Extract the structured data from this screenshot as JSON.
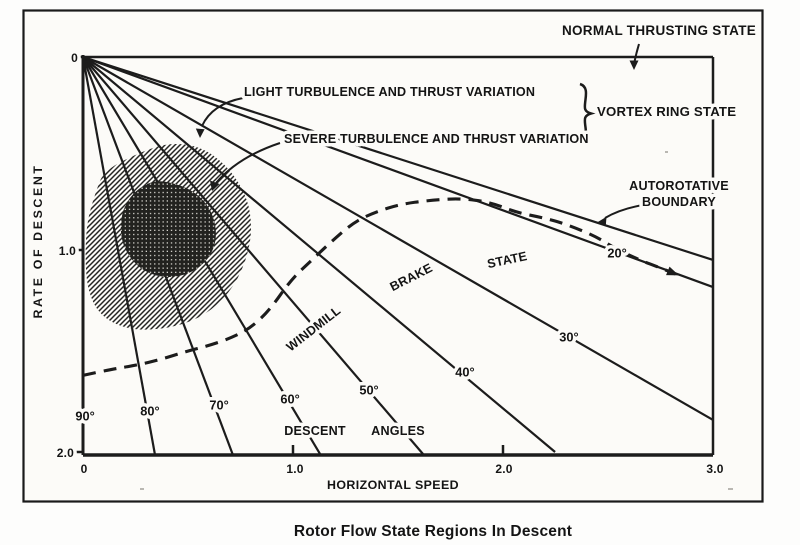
{
  "figure": {
    "caption": "Rotor Flow State Regions In Descent",
    "background": "#fcfbf8",
    "ink_color": "#1c1c1c"
  },
  "labels": {
    "normal_thrusting_state": "NORMAL THRUSTING STATE",
    "vortex_ring_state": "VORTEX RING STATE",
    "light_turbulence": "LIGHT TURBULENCE AND THRUST VARIATION",
    "severe_turbulence": "SEVERE TURBULENCE AND THRUST VARIATION",
    "autorotative_line1": "AUTOROTATIVE",
    "autorotative_line2": "BOUNDARY",
    "windmill": "WINDMILL",
    "brake": "BRAKE",
    "state": "STATE",
    "descent": "DESCENT",
    "angles": "ANGLES"
  },
  "chart_data": {
    "type": "line",
    "title": "Rotor Flow State Regions In Descent",
    "xlabel": "HORIZONTAL SPEED",
    "ylabel": "RATE OF DESCENT",
    "xlim": [
      0,
      3.0
    ],
    "ylim": [
      0,
      2.0
    ],
    "y_axis_direction": "down",
    "grid": false,
    "x_ticks": [
      {
        "value": 0,
        "label": "0"
      },
      {
        "value": 1.0,
        "label": "1.0"
      },
      {
        "value": 2.0,
        "label": "2.0"
      },
      {
        "value": 3.0,
        "label": "3.0"
      }
    ],
    "y_ticks": [
      {
        "value": 0,
        "label": "0"
      },
      {
        "value": 1.0,
        "label": "1.0"
      },
      {
        "value": 2.0,
        "label": "2.0"
      }
    ],
    "descent_angle_lines": [
      {
        "label": "90°",
        "end": [
          0,
          2.0
        ],
        "label_at": [
          0.01,
          1.805
        ]
      },
      {
        "label": "80°",
        "end": [
          0.343,
          2.0
        ],
        "label_at": [
          0.319,
          1.78
        ]
      },
      {
        "label": "70°",
        "end": [
          0.714,
          2.0
        ],
        "label_at": [
          0.648,
          1.749
        ]
      },
      {
        "label": "60°",
        "end": [
          1.129,
          1.995
        ],
        "label_at": [
          0.986,
          1.719
        ]
      },
      {
        "label": "50°",
        "end": [
          1.619,
          1.995
        ],
        "label_at": [
          1.362,
          1.673
        ]
      },
      {
        "label": "40°",
        "end": [
          2.248,
          1.985
        ],
        "label_at": [
          1.819,
          1.583
        ]
      },
      {
        "label": "30°",
        "end": [
          3.0,
          1.824
        ],
        "label_at": [
          2.314,
          1.407
        ]
      },
      {
        "label": "20°",
        "end": [
          3.0,
          1.156
        ],
        "label_at": [
          2.543,
          0.985
        ]
      },
      {
        "label": "",
        "end": [
          3.0,
          1.02
        ],
        "label_at": null
      }
    ],
    "autorotative_boundary": {
      "label": "AUTOROTATIVE BOUNDARY",
      "style": "dashed",
      "points": [
        [
          0.0,
          1.6
        ],
        [
          0.13,
          1.57
        ],
        [
          0.25,
          1.55
        ],
        [
          0.37,
          1.52
        ],
        [
          0.49,
          1.48
        ],
        [
          0.6,
          1.45
        ],
        [
          0.71,
          1.41
        ],
        [
          0.8,
          1.36
        ],
        [
          0.89,
          1.27
        ],
        [
          0.99,
          1.12
        ],
        [
          1.08,
          1.03
        ],
        [
          1.18,
          0.93
        ],
        [
          1.29,
          0.83
        ],
        [
          1.39,
          0.78
        ],
        [
          1.51,
          0.74
        ],
        [
          1.65,
          0.72
        ],
        [
          1.8,
          0.71
        ],
        [
          1.94,
          0.73
        ],
        [
          2.06,
          0.78
        ],
        [
          2.2,
          0.81
        ],
        [
          2.3,
          0.84
        ],
        [
          2.44,
          0.9
        ],
        [
          2.53,
          0.96
        ],
        [
          2.65,
          1.02
        ],
        [
          2.75,
          1.06
        ],
        [
          2.82,
          1.09
        ]
      ]
    },
    "regions": [
      {
        "name": "NORMAL THRUSTING STATE",
        "location": "above the zero rate-of-descent axis"
      },
      {
        "name": "VORTEX RING STATE",
        "location": "steep descent angles at low horizontal speed",
        "sub_regions": [
          {
            "name": "LIGHT TURBULENCE AND THRUST VARIATION",
            "fill": "diagonal-hatch",
            "outline": [
              [
                0.1,
                0.57
              ],
              [
                0.27,
                0.48
              ],
              [
                0.41,
                0.43
              ],
              [
                0.56,
                0.45
              ],
              [
                0.68,
                0.54
              ],
              [
                0.76,
                0.66
              ],
              [
                0.8,
                0.78
              ],
              [
                0.8,
                0.94
              ],
              [
                0.74,
                1.12
              ],
              [
                0.64,
                1.25
              ],
              [
                0.52,
                1.33
              ],
              [
                0.37,
                1.37
              ],
              [
                0.21,
                1.37
              ],
              [
                0.08,
                1.3
              ],
              [
                0.02,
                1.17
              ],
              [
                0.01,
                0.99
              ],
              [
                0.02,
                0.82
              ],
              [
                0.06,
                0.68
              ]
            ]
          },
          {
            "name": "SEVERE TURBULENCE AND THRUST VARIATION",
            "fill": "dense-crosshatch",
            "outline": [
              [
                0.39,
                0.62
              ],
              [
                0.53,
                0.67
              ],
              [
                0.62,
                0.78
              ],
              [
                0.64,
                0.92
              ],
              [
                0.59,
                1.03
              ],
              [
                0.49,
                1.1
              ],
              [
                0.36,
                1.11
              ],
              [
                0.25,
                1.05
              ],
              [
                0.18,
                0.93
              ],
              [
                0.18,
                0.79
              ],
              [
                0.23,
                0.69
              ],
              [
                0.31,
                0.63
              ]
            ]
          }
        ]
      },
      {
        "name": "WINDMILL BRAKE STATE",
        "location": "between the autorotative boundary and shallow descent angles",
        "word_labels": [
          "WINDMILL",
          "BRAKE",
          "STATE"
        ]
      }
    ],
    "descent_angles_caption": [
      "DESCENT",
      "ANGLES"
    ]
  }
}
